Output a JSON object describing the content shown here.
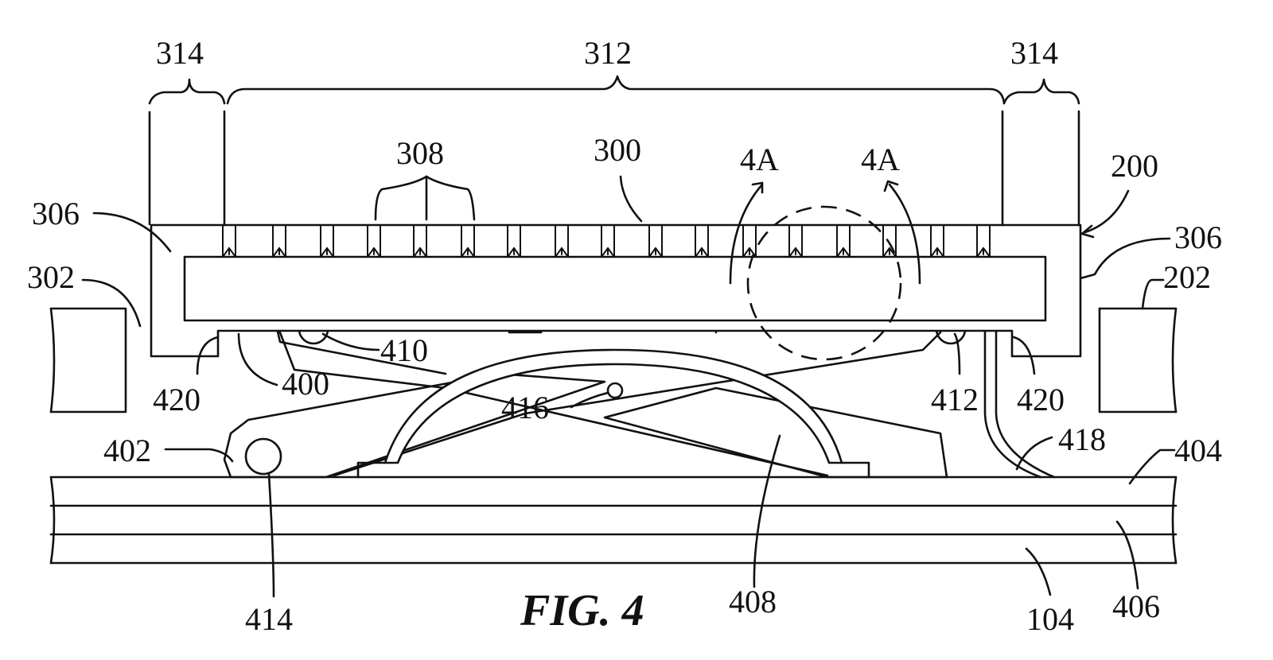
{
  "figure": {
    "caption": "FIG. 4",
    "labels": {
      "l314_left": "314",
      "l312": "312",
      "l314_right": "314",
      "l308": "308",
      "l300": "300",
      "l4a_left": "4A",
      "l4a_right": "4A",
      "l200": "200",
      "l306_left": "306",
      "l306_right": "306",
      "l302": "302",
      "l202": "202",
      "l410": "410",
      "l400": "400",
      "l420_left": "420",
      "l420_right": "420",
      "l412": "412",
      "l416": "416",
      "l402": "402",
      "l418": "418",
      "l404": "404",
      "l414": "414",
      "l408": "408",
      "l104": "104",
      "l406": "406"
    }
  }
}
